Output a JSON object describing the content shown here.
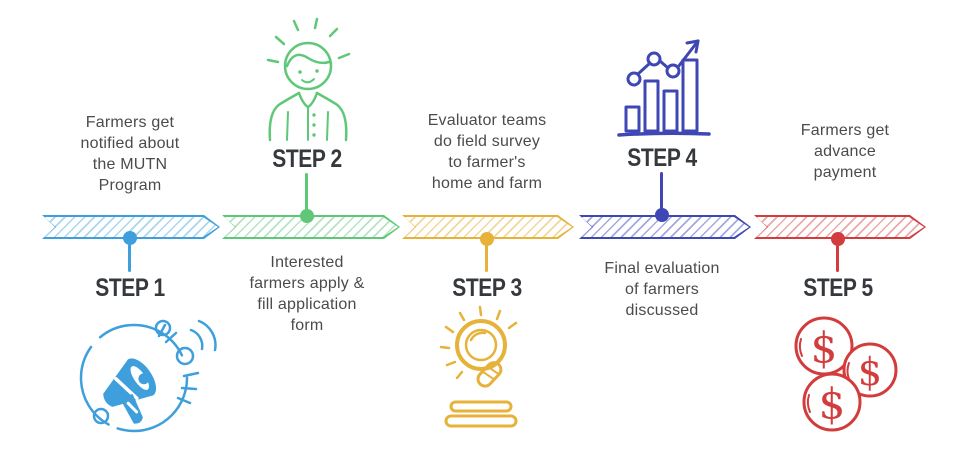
{
  "colors": {
    "body_text": "#4b4b4b",
    "step_label": "#35383d",
    "background": "#ffffff"
  },
  "steps": [
    {
      "label": "STEP 1",
      "lines": [
        "Farmers get",
        "notified about",
        "the MUTN",
        "Program"
      ],
      "color": "#3f9fdc",
      "hatch": "#a9d6f0",
      "icon": "megaphone-icon"
    },
    {
      "label": "STEP 2",
      "lines": [
        "Interested",
        "farmers apply &",
        "fill application",
        "form"
      ],
      "color": "#5fc878",
      "hatch": "#b4e4c1",
      "icon": "person-icon"
    },
    {
      "label": "STEP 3",
      "lines": [
        "Evaluator teams",
        "do field survey",
        "to farmer's",
        "home and farm"
      ],
      "color": "#e6b23a",
      "hatch": "#f1d79b",
      "icon": "magnifier-icon"
    },
    {
      "label": "STEP 4",
      "lines": [
        "Final evaluation",
        "of farmers",
        "discussed"
      ],
      "color": "#3e47b4",
      "hatch": "#a3a8e0",
      "icon": "bar-chart-icon"
    },
    {
      "label": "STEP 5",
      "lines": [
        "Farmers get",
        "advance",
        "payment"
      ],
      "color": "#d23c3c",
      "hatch": "#eba9a9",
      "icon": "coins-icon"
    }
  ]
}
